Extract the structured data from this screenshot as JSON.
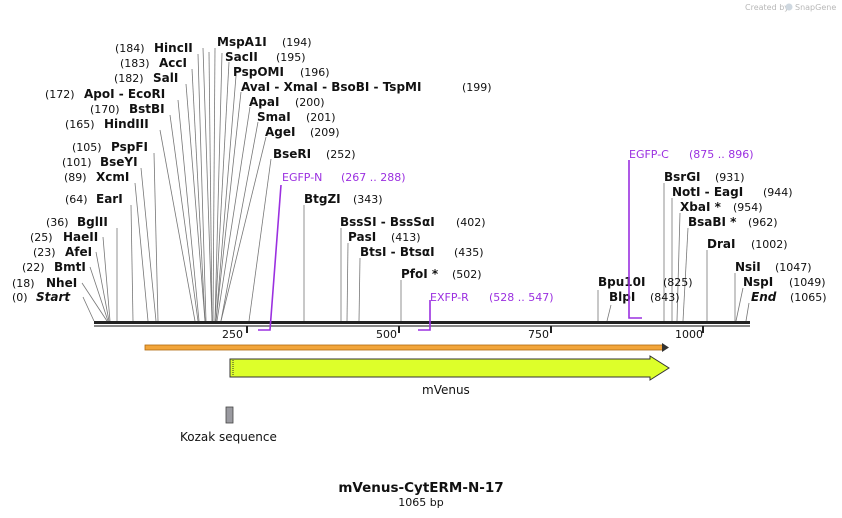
{
  "credit": {
    "text": "Created by",
    "brand": "SnapGene"
  },
  "plasmid": {
    "name": "mVenus-CytERM-N-17",
    "length_label": "1065 bp"
  },
  "axis": {
    "ticks": [
      "250",
      "500",
      "750",
      "1000"
    ]
  },
  "sites": [
    {
      "name": "Start",
      "pos": "(0)",
      "italic": true
    },
    {
      "name": "NheI",
      "pos": "(18)"
    },
    {
      "name": "BmtI",
      "pos": "(22)"
    },
    {
      "name": "AfeI",
      "pos": "(23)"
    },
    {
      "name": "HaeII",
      "pos": "(25)"
    },
    {
      "name": "BglII",
      "pos": "(36)"
    },
    {
      "name": "EarI",
      "pos": "(64)"
    },
    {
      "name": "XcmI",
      "pos": "(89)"
    },
    {
      "name": "BseYI",
      "pos": "(101)"
    },
    {
      "name": "PspFI",
      "pos": "(105)"
    },
    {
      "name": "HindIII",
      "pos": "(165)"
    },
    {
      "name": "BstBI",
      "pos": "(170)"
    },
    {
      "name": "ApoI - EcoRI",
      "pos": "(172)"
    },
    {
      "name": "SalI",
      "pos": "(182)"
    },
    {
      "name": "AccI",
      "pos": "(183)"
    },
    {
      "name": "HincII",
      "pos": "(184)"
    },
    {
      "name": "MspA1I",
      "pos": "(194)"
    },
    {
      "name": "SacII",
      "pos": "(195)"
    },
    {
      "name": "PspOMI",
      "pos": "(196)"
    },
    {
      "name": "AvaI - XmaI - BsoBI - TspMI",
      "pos": "(199)"
    },
    {
      "name": "ApaI",
      "pos": "(200)"
    },
    {
      "name": "SmaI",
      "pos": "(201)"
    },
    {
      "name": "AgeI",
      "pos": "(209)"
    },
    {
      "name": "BseRI",
      "pos": "(252)"
    },
    {
      "name": "BtgZI",
      "pos": "(343)"
    },
    {
      "name": "BssSI - BssSαI",
      "pos": "(402)"
    },
    {
      "name": "PasI",
      "pos": "(413)"
    },
    {
      "name": "BtsI - BtsαI",
      "pos": "(435)"
    },
    {
      "name": "PfoI *",
      "pos": "(502)"
    },
    {
      "name": "BlpI",
      "pos": "(843)"
    },
    {
      "name": "Bpu10I",
      "pos": "(825)"
    },
    {
      "name": "BsrGI",
      "pos": "(931)"
    },
    {
      "name": "NotI - EagI",
      "pos": "(944)"
    },
    {
      "name": "XbaI *",
      "pos": "(954)"
    },
    {
      "name": "BsaBI *",
      "pos": "(962)"
    },
    {
      "name": "DraI",
      "pos": "(1002)"
    },
    {
      "name": "NsiI",
      "pos": "(1047)"
    },
    {
      "name": "NspI",
      "pos": "(1049)"
    },
    {
      "name": "End",
      "pos": "(1065)",
      "italic": true
    }
  ],
  "primers": [
    {
      "name": "EGFP-N",
      "range": "(267 .. 288)"
    },
    {
      "name": "EXFP-R",
      "range": "(528 .. 547)"
    },
    {
      "name": "EGFP-C",
      "range": "(875 .. 896)"
    }
  ],
  "features": [
    {
      "name": "mVenus",
      "color": "#ddff2a"
    },
    {
      "name": "Kozak sequence",
      "color": "#9a9aa0"
    }
  ],
  "colors": {
    "primer": "#9b30e0",
    "orf": "#f2a53a",
    "backbone": "#222222"
  }
}
